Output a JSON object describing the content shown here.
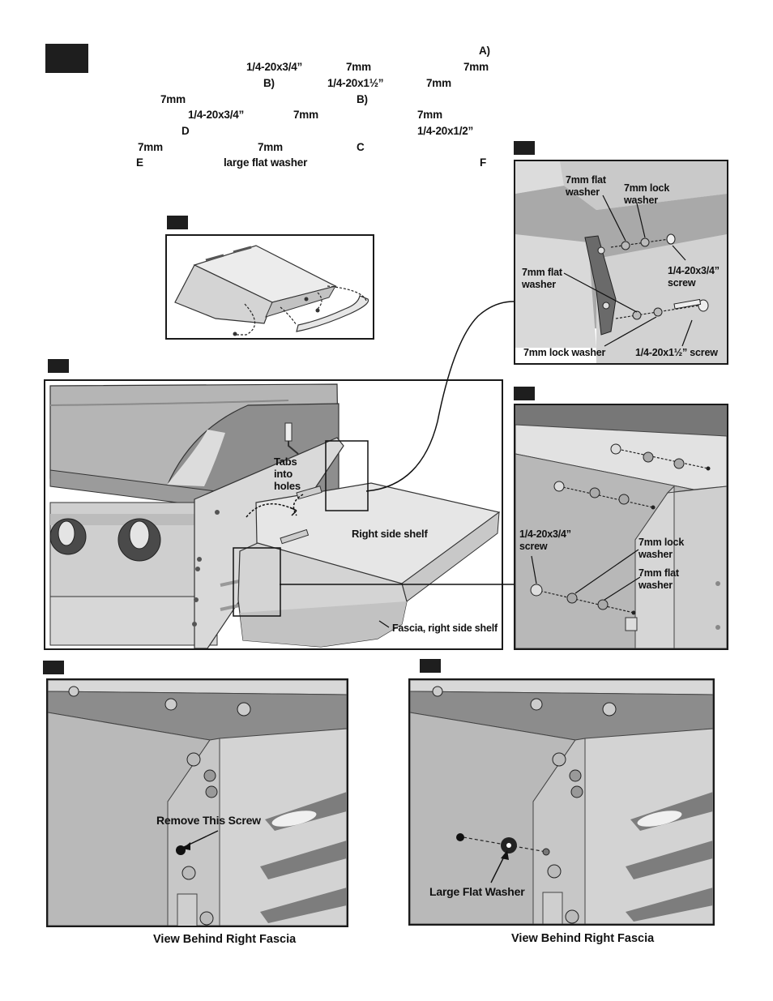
{
  "intro": {
    "r1_a": "A)",
    "r2_screw": "1/4-20x3/4”",
    "r2_mm1": "7mm",
    "r2_mm2": "7mm",
    "r3_b": "B)",
    "r3_screw": "1/4-20x1½”",
    "r3_mm": "7mm",
    "r4_mm": "7mm",
    "r4_b": "B)",
    "r5_screw": "1/4-20x3/4”",
    "r5_mm1": "7mm",
    "r5_mm2": "7mm",
    "r6_d": "D",
    "r6_screw": "1/4-20x1/2”",
    "r7_mm1": "7mm",
    "r7_mm2": "7mm",
    "r7_c": "C",
    "r8_e": "E",
    "r8_washer": "large flat washer",
    "r8_f": "F"
  },
  "fig_top_right": {
    "flat_washer_top": "7mm flat\nwasher",
    "lock_washer_top": "7mm lock\nwasher",
    "flat_washer_mid": "7mm flat\nwasher",
    "screw_top": "1/4-20x3/4”\nscrew",
    "lock_washer_bottom": "7mm lock washer",
    "screw_bottom": "1/4-20x1½” screw"
  },
  "fig_main": {
    "tabs": "Tabs\ninto\nholes",
    "shelf": "Right side shelf",
    "fascia": "Fascia, right side shelf"
  },
  "fig_mid_right": {
    "screw": "1/4-20x3/4”\nscrew",
    "lock_washer": "7mm lock\nwasher",
    "flat_washer": "7mm flat\nwasher"
  },
  "fig_bottom_left": {
    "remove": "Remove This Screw",
    "caption": "View Behind Right Fascia"
  },
  "fig_bottom_right": {
    "washer": "Large Flat Washer",
    "caption": "View Behind Right Fascia"
  }
}
